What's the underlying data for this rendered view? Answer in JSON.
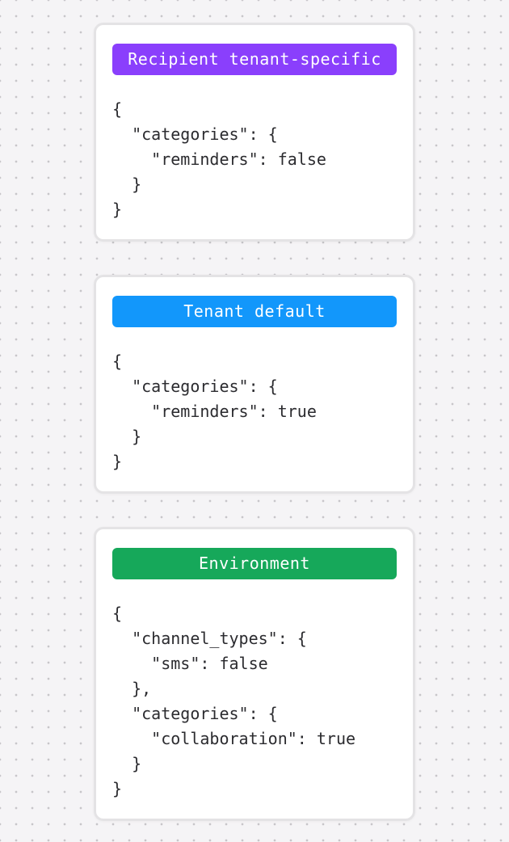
{
  "canvas": {
    "background_color": "#f5f4f6",
    "dot_color": "#c7c6c9"
  },
  "cards": [
    {
      "badge": {
        "label": "Recipient tenant-specific",
        "color": "#8a3ffc"
      },
      "code": "{\n  \"categories\": {\n    \"reminders\": false\n  }\n}"
    },
    {
      "badge": {
        "label": "Tenant default",
        "color": "#1297fb"
      },
      "code": "{\n  \"categories\": {\n    \"reminders\": true\n  }\n}"
    },
    {
      "badge": {
        "label": "Environment",
        "color": "#16a85a"
      },
      "code": "{\n  \"channel_types\": {\n    \"sms\": false\n  },\n  \"categories\": {\n    \"collaboration\": true\n  }\n}"
    }
  ]
}
